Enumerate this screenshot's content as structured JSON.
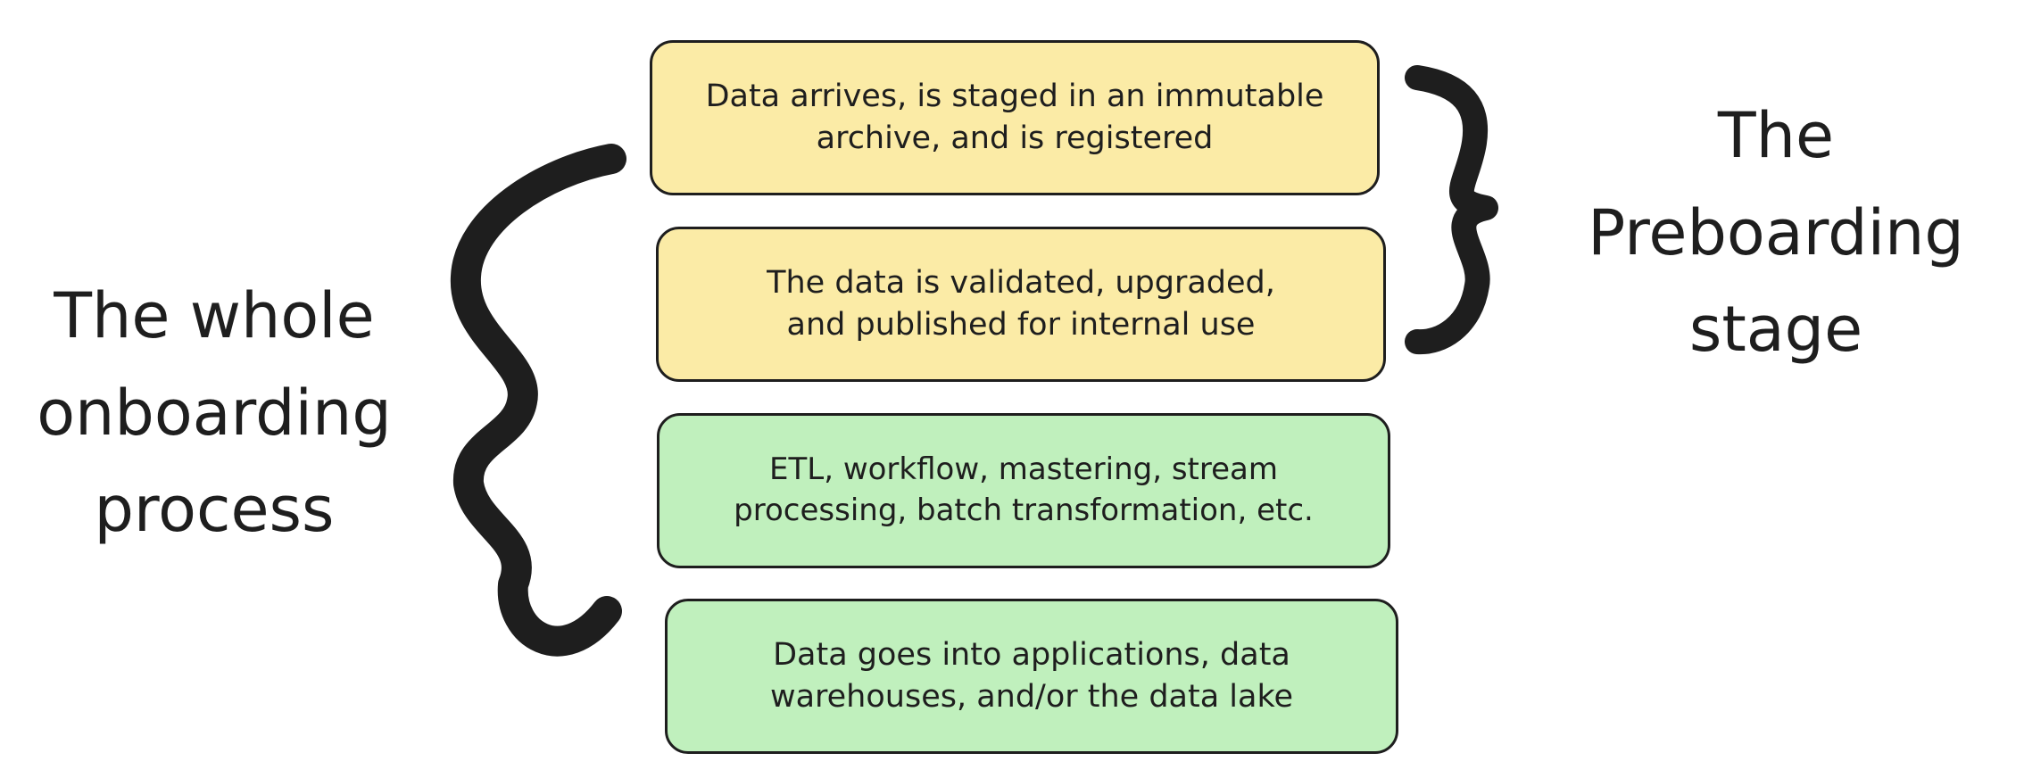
{
  "boxes": {
    "archive": {
      "text": "Data arrives, is staged in an immutable\narchive, and is registered",
      "fill": "#fbeba6"
    },
    "validate": {
      "text": "The data is validated, upgraded,\nand published for internal use",
      "fill": "#fbeba6"
    },
    "etl": {
      "text": "ETL, workflow, mastering, stream\nprocessing, batch transformation, etc.",
      "fill": "#c0f0bd"
    },
    "apps": {
      "text": "Data goes into applications, data\nwarehouses, and/or the data lake",
      "fill": "#c0f0bd"
    }
  },
  "labels": {
    "whole": "The whole\nonboarding\nprocess",
    "preboarding": "The\nPreboarding\nstage"
  },
  "colors": {
    "stroke": "#1e1e1e",
    "preboarding_fill": "#fbeba6",
    "processing_fill": "#c0f0bd"
  }
}
